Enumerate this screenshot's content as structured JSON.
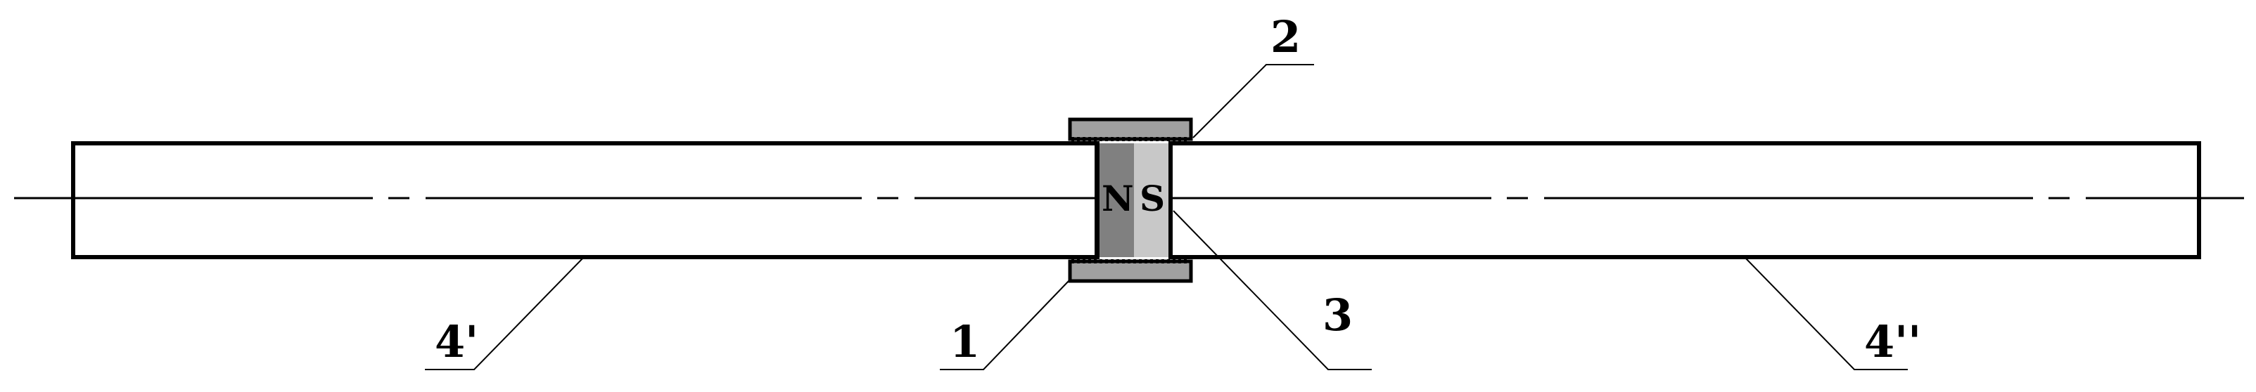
{
  "labels": {
    "coil": "1",
    "ring": "2",
    "magnet": "3",
    "left_rod": "4'",
    "right_rod": "4''"
  },
  "magnet_poles": {
    "north": "N",
    "south": "S"
  },
  "colors": {
    "line": "#000000",
    "north_pole": "#808080",
    "south_pole": "#c8c8c8",
    "sleeve": "#a0a0a0",
    "background": "#ffffff"
  }
}
